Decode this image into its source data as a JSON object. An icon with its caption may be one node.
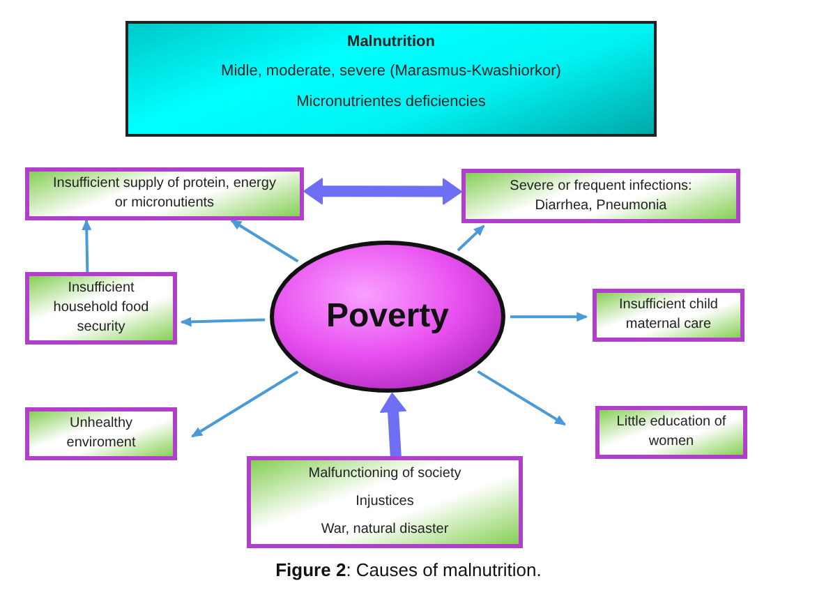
{
  "diagram": {
    "caption": "**Figure 2**: Causes of malnutrition.",
    "nodes": [
      {
        "text": [
          "Malnutrition",
          "Midle, moderate, severe (Marasmus-Kwashiorkor)",
          "Micronutrientes deficiencies"
        ]
      },
      {
        "text": [
          "Insufficient supply of protein, energy or micronutients"
        ]
      },
      {
        "text": [
          "Severe or frequent infections: Diarrhea, Pneumonia"
        ]
      },
      {
        "text": [
          "Insufficient household food security"
        ]
      },
      {
        "text": [
          "Poverty"
        ]
      },
      {
        "text": [
          "Insufficient child maternal care"
        ]
      },
      {
        "text": [
          "Unhealthy enviroment"
        ]
      },
      {
        "text": [
          "Little education of women"
        ]
      },
      {
        "text": [
          "Malfunctioning of society",
          "Injustices",
          "War, natural disaster"
        ]
      }
    ],
    "edges": [
      {
        "from": 1,
        "to": 2,
        "arrow": "both",
        "style": "thick",
        "color": "#6f6ff5"
      },
      {
        "from": 3,
        "to": 1,
        "arrow": "to"
      },
      {
        "from": 4,
        "to": 1,
        "arrow": "to"
      },
      {
        "from": 4,
        "to": 2,
        "arrow": "to"
      },
      {
        "from": 4,
        "to": 3,
        "arrow": "to"
      },
      {
        "from": 4,
        "to": 5,
        "arrow": "to"
      },
      {
        "from": 4,
        "to": 6,
        "arrow": "to"
      },
      {
        "from": 4,
        "to": 7,
        "arrow": "to"
      },
      {
        "from": 8,
        "to": 4,
        "arrow": "to",
        "style": "thick",
        "color": "#6f6ff5"
      }
    ]
  }
}
